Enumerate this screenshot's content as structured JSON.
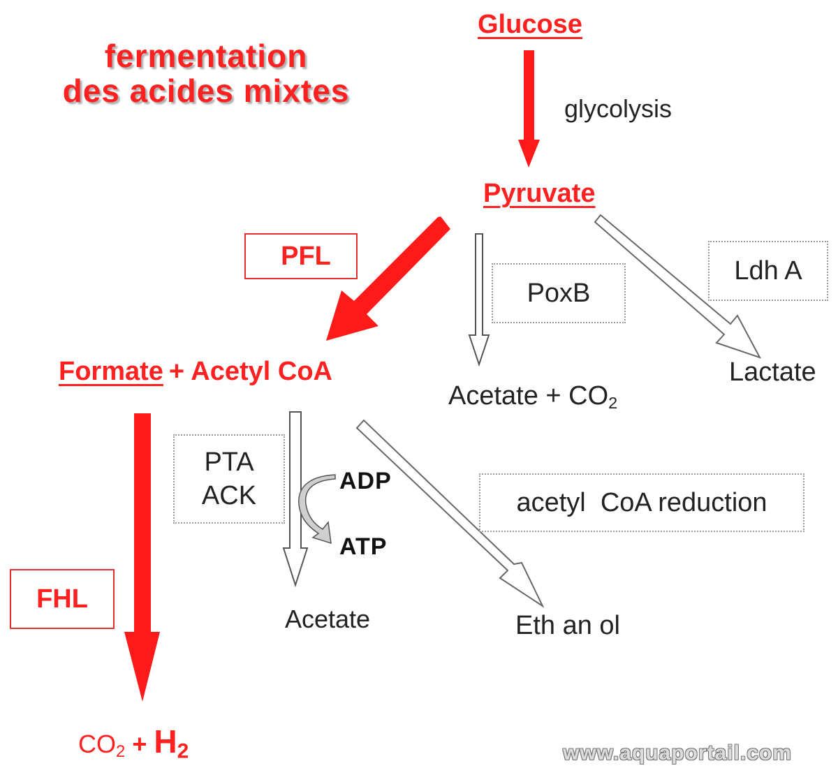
{
  "title": {
    "line1": "fermentation",
    "line2": "des acides mixtes"
  },
  "metabolites": {
    "glucose": "Glucose",
    "pyruvate": "Pyruvate",
    "formate": "Formate",
    "plus_acetyl_coa": "+ Acetyl CoA",
    "acetate_co2": "Acetate + CO",
    "acetate_co2_sub": "2",
    "lactate": "Lactate",
    "acetate": "Acetate",
    "ethanol": "Eth an ol",
    "co2_h2_co": "CO",
    "co2_h2_co_sub": "2",
    "co2_h2_plus": " + ",
    "co2_h2_h": "H",
    "co2_h2_h_sub": "2"
  },
  "processes": {
    "glycolysis": "glycolysis",
    "adp": "ADP",
    "atp": "ATP"
  },
  "enzymes": {
    "pfl": "PFL",
    "fhl": "FHL",
    "poxb": "PoxB",
    "ldha": "Ldh A",
    "pta": "PTA",
    "ack": "ACK",
    "acetyl_coa_reduction": "acetyl  CoA reduction"
  },
  "watermark": "www.aquaportail.com",
  "colors": {
    "accent_red": "#ff2020",
    "hollow_arrow_outline": "#666666",
    "dotted_box": "#9a9a9a",
    "text": "#222222"
  }
}
